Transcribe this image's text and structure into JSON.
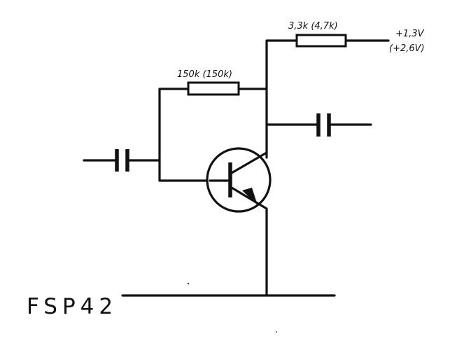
{
  "labels": {
    "collector_resistor": "3,3k (4,7k)",
    "feedback_resistor": "150k (150k)",
    "supply_voltage": "+1,3V",
    "supply_voltage_alt": "(+2,6V)",
    "figure_id": "FSP42"
  }
}
